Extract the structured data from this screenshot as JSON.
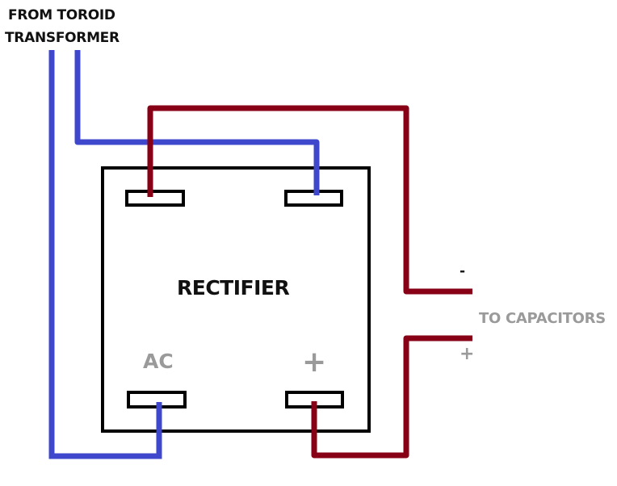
{
  "diagram": {
    "source_label_line1": "FROM TOROID",
    "source_label_line2": "TRANSFORMER",
    "component_label": "RECTIFIER",
    "terminal_ac_label": "AC",
    "terminal_plus_label": "+",
    "output_minus_label": "-",
    "output_label": "TO CAPACITORS",
    "output_plus_label": "+"
  },
  "colors": {
    "ac_wire": "#3f48cc",
    "dc_wire": "#880015",
    "outline": "#000000",
    "gray_text": "#9a9a9a"
  },
  "components": [
    {
      "id": "rectifier",
      "type": "bridge-rectifier",
      "terminals": [
        "AC-top-left",
        "AC-top-right",
        "AC-bottom-left",
        "DC-plus-bottom-right"
      ]
    }
  ],
  "connections": [
    {
      "from": "transformer-lead-1",
      "to": "AC-bottom-left",
      "color": "ac_wire"
    },
    {
      "from": "transformer-lead-2",
      "to": "AC-top-right",
      "color": "ac_wire"
    },
    {
      "from": "AC-top-left (minus)",
      "to": "capacitors-minus",
      "color": "dc_wire"
    },
    {
      "from": "DC-plus-bottom-right",
      "to": "capacitors-plus",
      "color": "dc_wire"
    }
  ]
}
